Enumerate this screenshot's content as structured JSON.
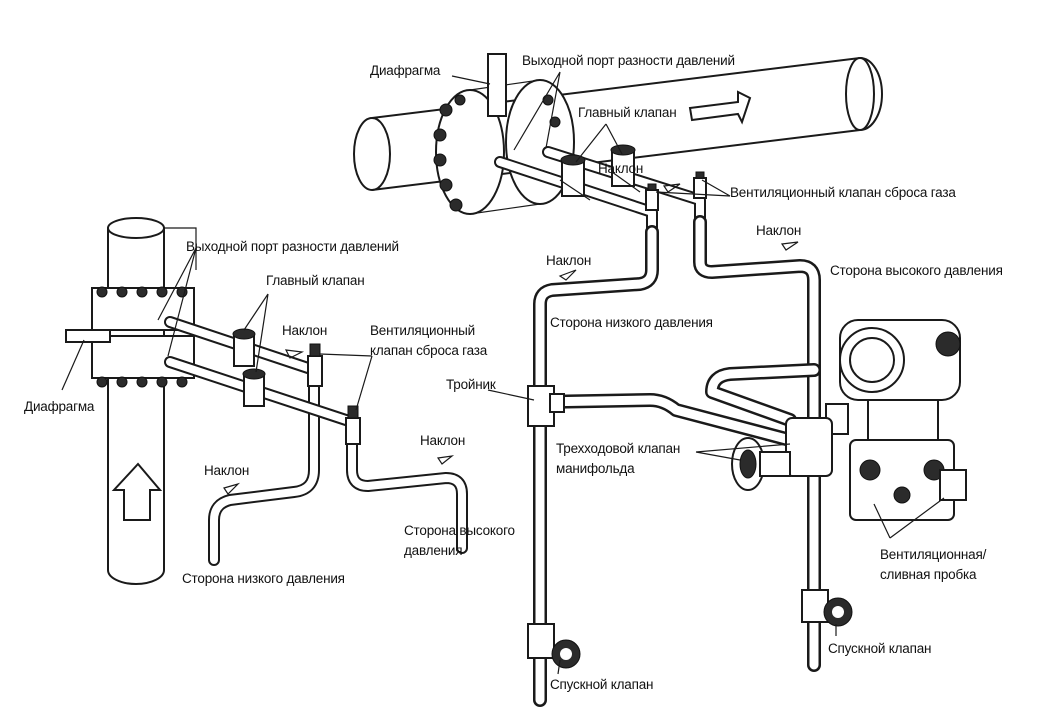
{
  "labels": {
    "orifice_top": "Диафрагма",
    "dp_port_top": "Выходной порт разности давлений",
    "main_valve_top": "Главный клапан",
    "slope_top_1": "Наклон",
    "vent_valve_top": "Вентиляционный клапан сброса газа",
    "slope_top_2": "Наклон",
    "slope_top_3": "Наклон",
    "high_side_right": "Сторона высокого давления",
    "low_side_center": "Сторона низкого давления",
    "tee": "Тройник",
    "manifold_line1": "Трехходовой клапан",
    "manifold_line2": "манифольда",
    "vent_drain_line1": "Вентиляционная/",
    "vent_drain_line2": "сливная пробка",
    "drain_valve_right": "Спускной клапан",
    "drain_valve_center": "Спускной клапан",
    "dp_port_left": "Выходной порт разности давлений",
    "main_valve_left": "Главный клапан",
    "slope_left_1": "Наклон",
    "vent_valve_left_line1": "Вентиляционный",
    "vent_valve_left_line2": "клапан сброса газа",
    "orifice_left": "Диафрагма",
    "slope_left_2": "Наклон",
    "slope_left_3": "Наклон",
    "high_side_left_line1": "Сторона высокого",
    "high_side_left_line2": "давления",
    "low_side_left": "Сторона низкого давления"
  },
  "icons": [
    "flow-arrow-icon",
    "slope-arrow-icon",
    "valve-handwheel-icon",
    "vent-plug-icon",
    "transmitter-icon"
  ]
}
